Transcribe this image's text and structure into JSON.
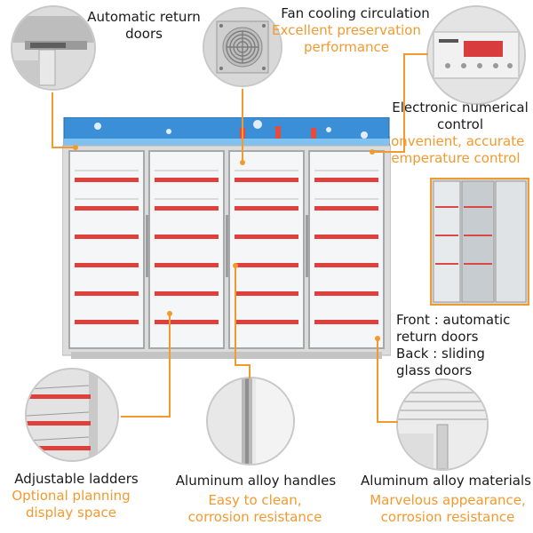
{
  "features": {
    "return_doors": {
      "title": "Automatic return doors"
    },
    "fan": {
      "title": "Fan cooling circulation",
      "subtitle": "Excellent preservation performance"
    },
    "control": {
      "title": "Electronic numerical control",
      "subtitle": "Convenient, accurate temperature control"
    },
    "doors_types": {
      "front": "Front : automatic return doors",
      "back": "Back : sliding glass doors"
    },
    "ladders": {
      "title": "Adjustable ladders",
      "subtitle": "Optional planning display space"
    },
    "handles": {
      "title": "Aluminum alloy handles",
      "subtitle": "Easy to clean, corrosion resistance"
    },
    "materials": {
      "title": "Aluminum alloy materials",
      "subtitle": "Marvelous appearance, corrosion resistance"
    }
  },
  "colors": {
    "accent": "#f29a2e",
    "shelf": "#e0403c",
    "banner": "#3a8fd6",
    "frame": "#d4d4d4"
  }
}
